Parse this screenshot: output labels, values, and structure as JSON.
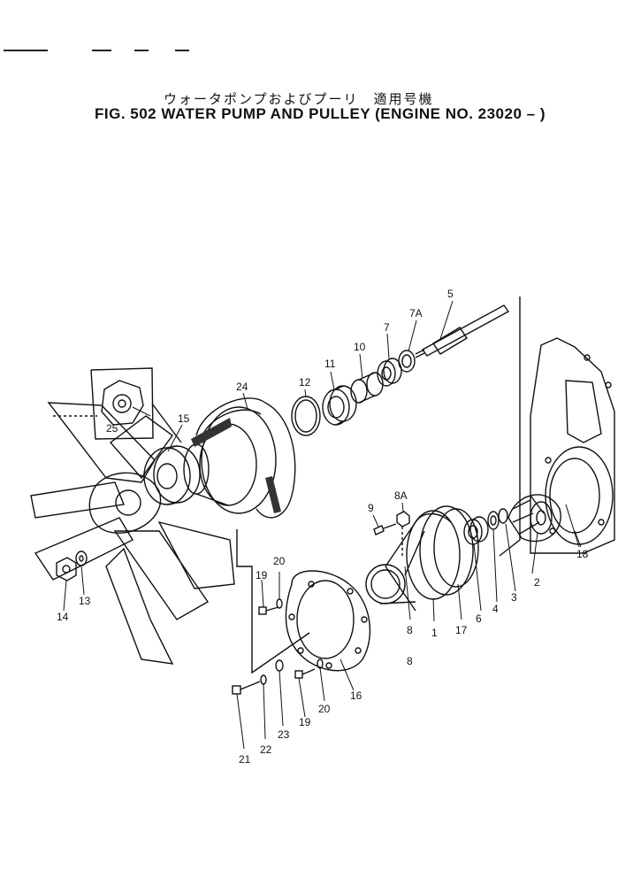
{
  "header": {
    "title_jp": "ウォータポンプおよびプーリ　適用号機",
    "title_en": "FIG. 502  WATER PUMP AND PULLEY (ENGINE NO. 23020 –  )"
  },
  "callouts": {
    "c1": "1",
    "c2": "2",
    "c3": "3",
    "c4": "4",
    "c5": "5",
    "c6": "6",
    "c7": "7",
    "c7a": "7A",
    "c8a": "8",
    "c8b": "8",
    "c8A": "8A",
    "c9": "9",
    "c10": "10",
    "c11": "11",
    "c12": "12",
    "c13": "13",
    "c14": "14",
    "c15": "15",
    "c16": "16",
    "c17": "17",
    "c18": "18",
    "c19a": "19",
    "c19b": "19",
    "c20a": "20",
    "c20b": "20",
    "c21": "21",
    "c22": "22",
    "c23": "23",
    "c24": "24",
    "c25": "25"
  },
  "colors": {
    "ink": "#111111",
    "paper": "#ffffff"
  }
}
